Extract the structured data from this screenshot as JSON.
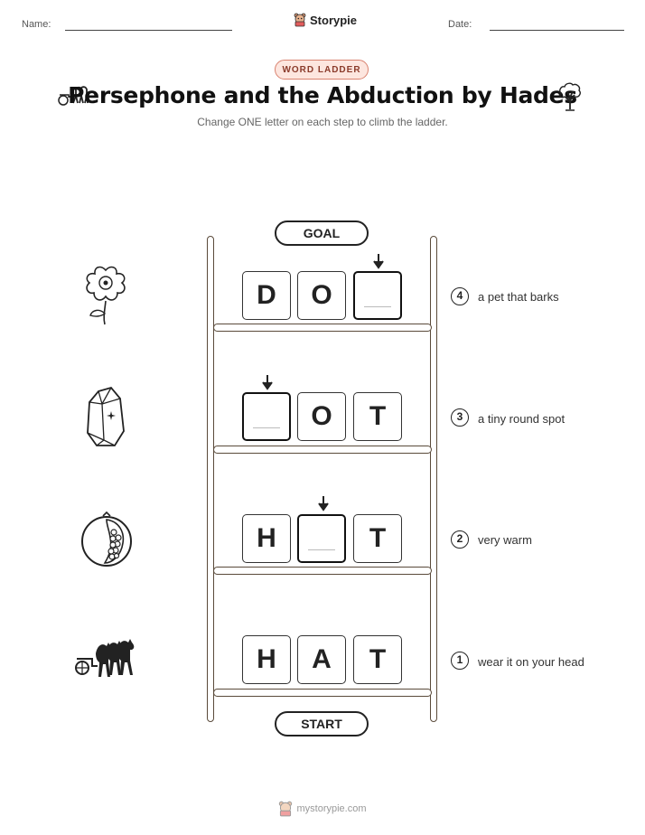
{
  "header": {
    "name_label": "Name:",
    "date_label": "Date:",
    "brand": "Storypie"
  },
  "badge": "WORD LADDER",
  "title": "Persephone and the Abduction by Hades",
  "subtitle": "Change ONE letter on each step to climb the ladder.",
  "goal_label": "GOAL",
  "start_label": "START",
  "steps": [
    {
      "number": "4",
      "clue": "a pet that barks",
      "letters": [
        "D",
        "O",
        ""
      ],
      "blank_index": 2,
      "picture": "flower-icon"
    },
    {
      "number": "3",
      "clue": "a tiny round spot",
      "letters": [
        "",
        "O",
        "T"
      ],
      "blank_index": 0,
      "picture": "crystal-icon"
    },
    {
      "number": "2",
      "clue": "very warm",
      "letters": [
        "H",
        "",
        "T"
      ],
      "blank_index": 1,
      "picture": "pomegranate-icon"
    },
    {
      "number": "1",
      "clue": "wear it on your head",
      "letters": [
        "H",
        "A",
        "T"
      ],
      "blank_index": -1,
      "picture": "chariot-icon"
    }
  ],
  "footer": "mystorypie.com",
  "colors": {
    "ladder": "#5a4a3a",
    "badge_bg": "#fde6df",
    "badge_border": "#d9826f"
  }
}
